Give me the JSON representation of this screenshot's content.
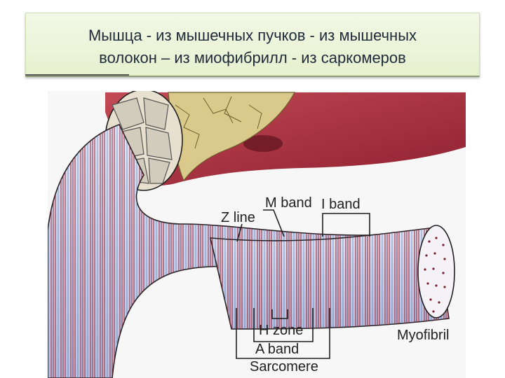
{
  "title": {
    "line1": "Мышца - из мышечных пучков - из мышечных",
    "line2": "волокон – из миофибрилл - из саркомеров"
  },
  "diagram": {
    "labels": {
      "m_band": "M band",
      "i_band": "I band",
      "z_line": "Z line",
      "h_zone": "H zone",
      "a_band": "A band",
      "sarcomere": "Sarcomere",
      "myofibril": "Myofibril"
    },
    "colors": {
      "muscle_red": "#a42a3a",
      "muscle_yellow": "#d9c98a",
      "fiber_blue": "#c9d3ea",
      "band_red": "#9b2b3a",
      "outline": "#202020"
    }
  }
}
